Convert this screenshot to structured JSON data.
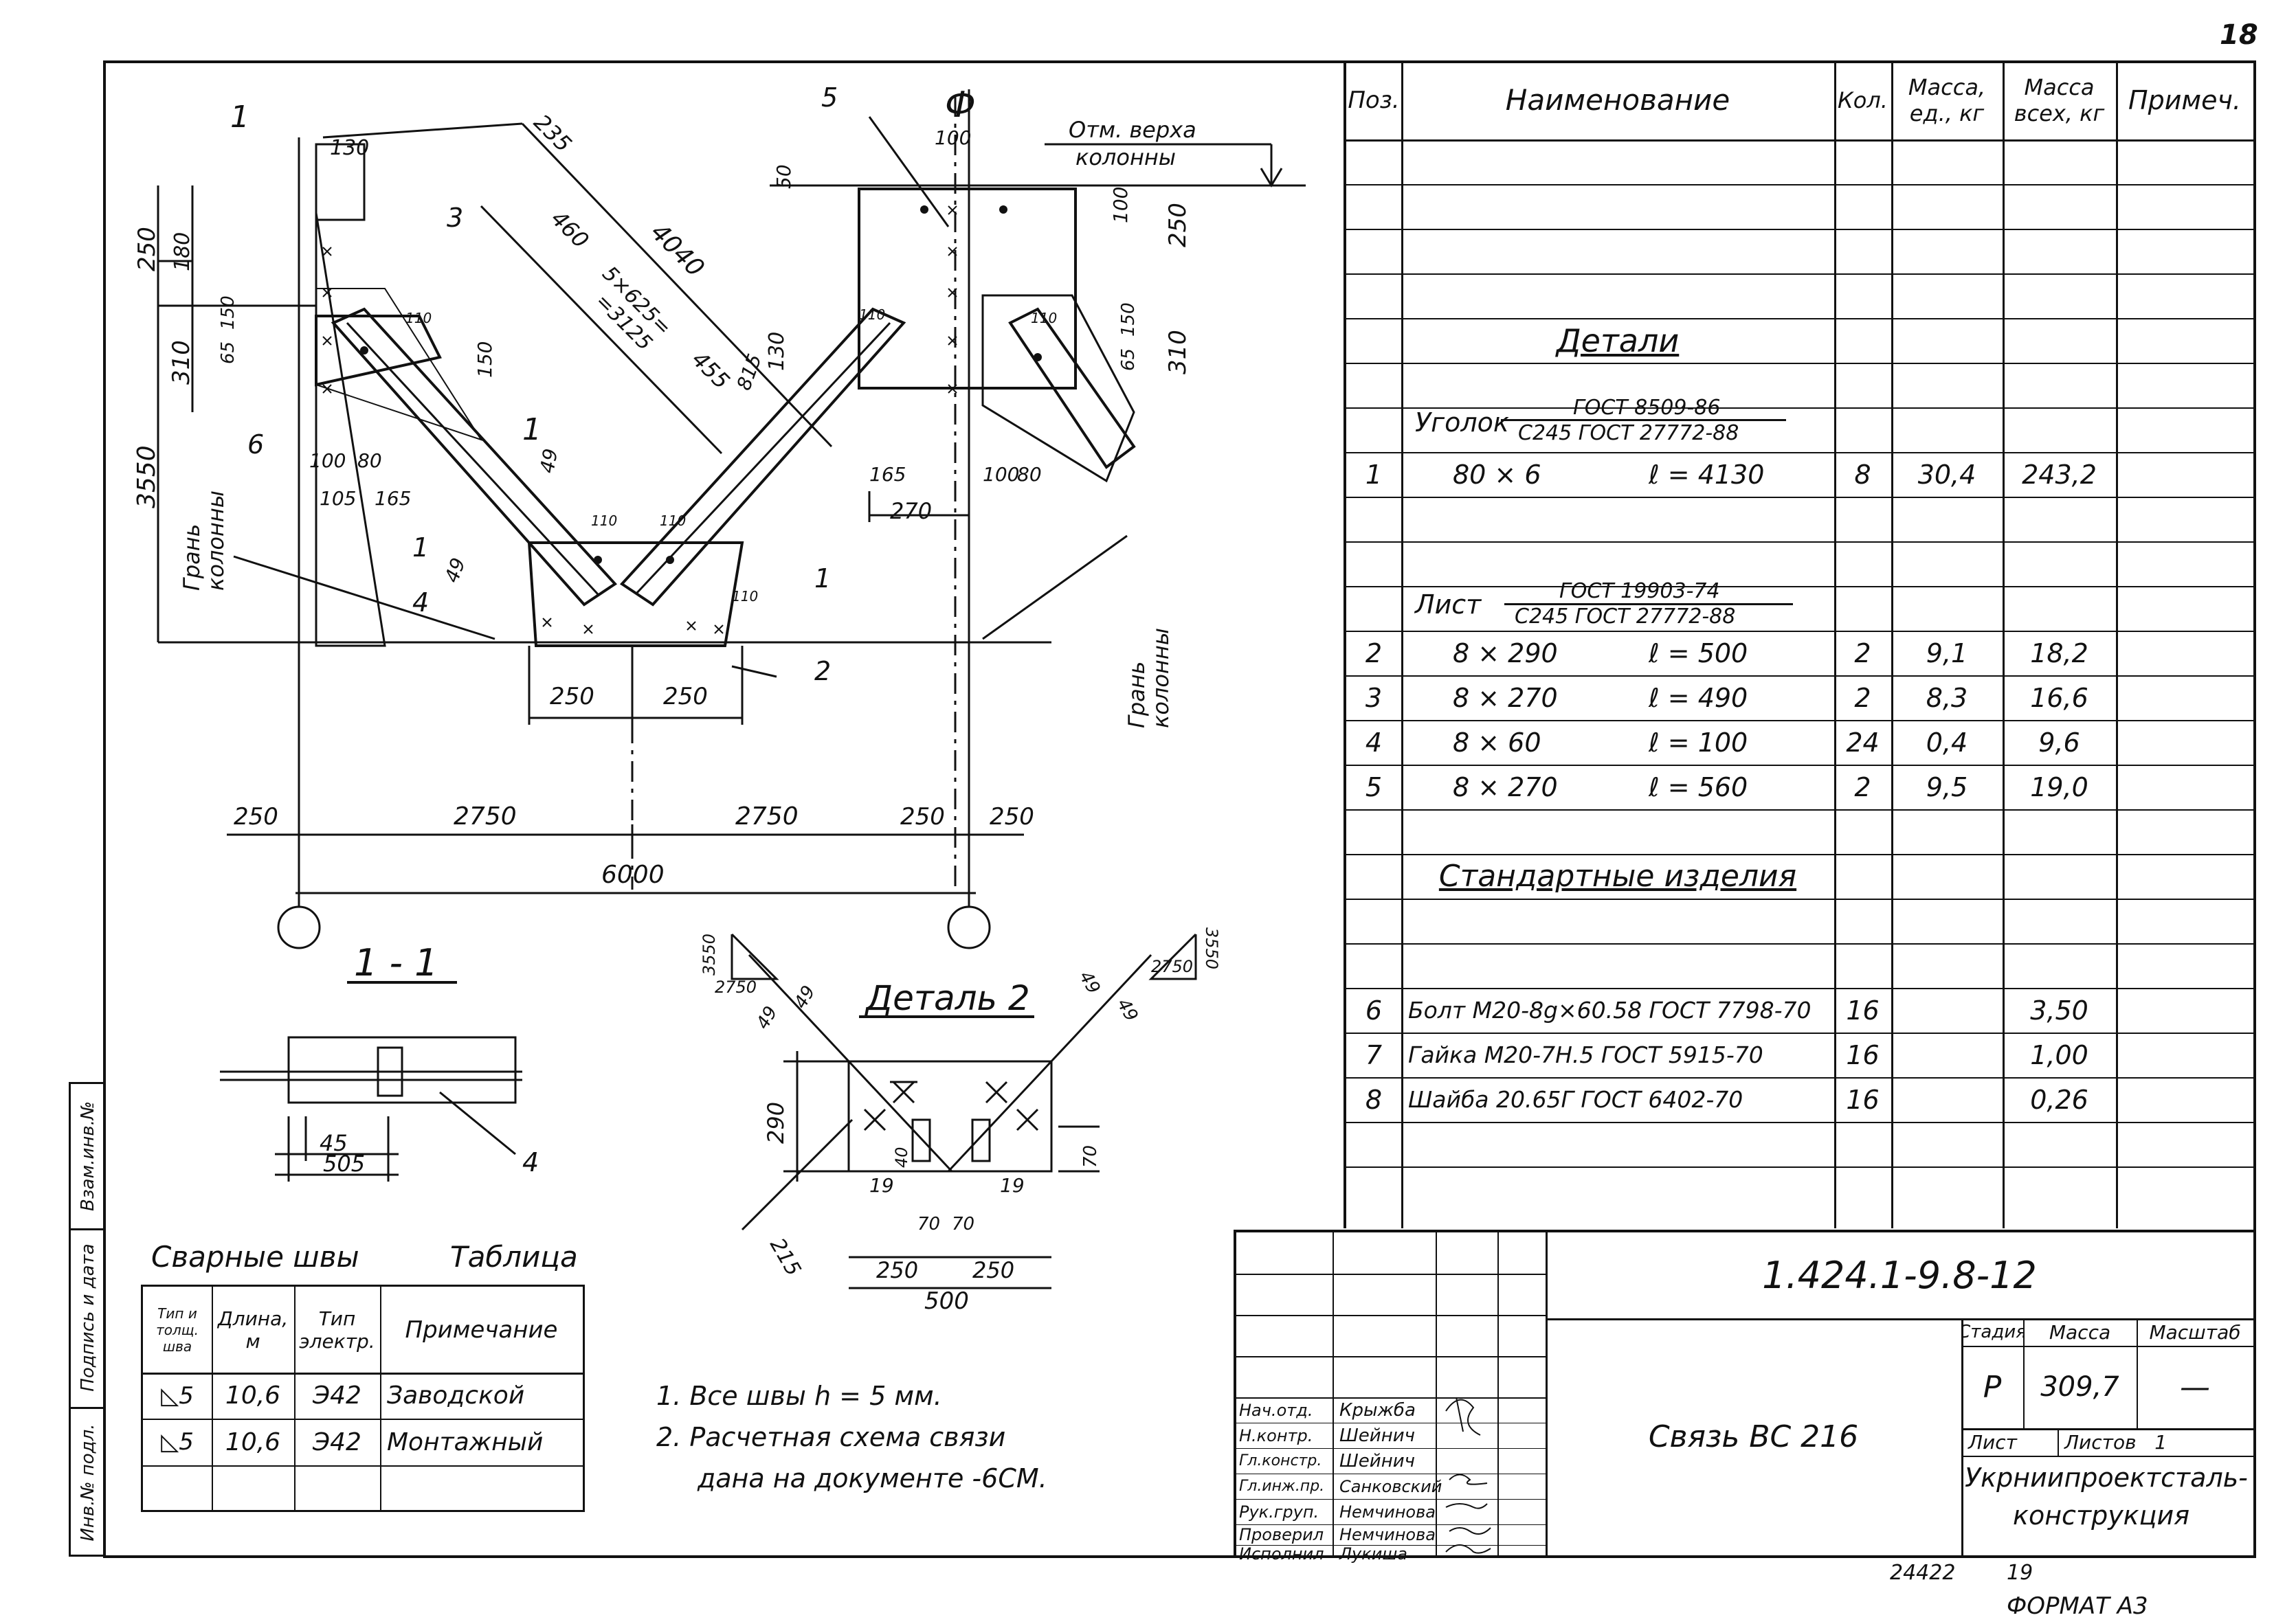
{
  "page_number": "18",
  "format_label": "ФОРМАТ А3",
  "archive_numbers": [
    "24422",
    "19"
  ],
  "drawing": {
    "labels": {
      "section_mark": "1",
      "axis_mark": "Ф",
      "top_level_note": [
        "Отм. верха",
        "колонны"
      ],
      "face_of_column_left": [
        "Грань",
        "колонны"
      ],
      "face_of_column_right": [
        "Грань",
        "колонны"
      ],
      "positions": [
        "1",
        "1",
        "2",
        "3",
        "4",
        "5",
        "6"
      ],
      "dims": [
        "130",
        "235",
        "4040",
        "460",
        "5×625=",
        "=3125",
        "455",
        "815",
        "130",
        "150",
        "250",
        "180",
        "310",
        "65",
        "150",
        "3550",
        "100",
        "80",
        "105",
        "165",
        "49",
        "49",
        "110",
        "110",
        "110",
        "110",
        "110",
        "110",
        "165",
        "100",
        "80",
        "270",
        "250",
        "250",
        "100",
        "50",
        "100",
        "250",
        "310",
        "65",
        "150",
        "250",
        "2750",
        "2750",
        "250",
        "250",
        "6000"
      ]
    }
  },
  "section_1_1": {
    "title": "1 - 1",
    "dims": [
      "45",
      "505"
    ],
    "position": "4"
  },
  "detail_2": {
    "title": "Деталь 2",
    "dims": [
      "3550",
      "2750",
      "49",
      "49",
      "290",
      "40",
      "19",
      "70",
      "70",
      "19",
      "70",
      "215",
      "250",
      "250",
      "500",
      "49",
      "49",
      "2750",
      "3550"
    ]
  },
  "welds": {
    "title": "Сварные швы",
    "table_label": "Таблица",
    "headers": [
      "Тип и толщ. шва",
      "Длина, м",
      "Тип электр.",
      "Примечание"
    ],
    "rows": [
      {
        "type": "5",
        "length": "10,6",
        "electrode": "Э42",
        "note": "Заводской"
      },
      {
        "type": "5",
        "length": "10,6",
        "electrode": "Э42",
        "note": "Монтажный"
      }
    ]
  },
  "notes": [
    "1. Все швы h = 5 мм.",
    "2. Расчетная схема связи",
    "дана на документе -6СМ."
  ],
  "side_stamp": [
    "Инв.№ подл.",
    "Подпись и дата",
    "Взам.инв.№"
  ],
  "spec": {
    "headers": [
      "Поз.",
      "Наименование",
      "Кол.",
      "Масса, ед., кг",
      "Масса всех, кг",
      "Примеч."
    ],
    "section_details": "Детали",
    "angle": {
      "name": "Уголок",
      "std_top": "ГОСТ 8509-86",
      "std_bottom": "С245 ГОСТ 27772-88"
    },
    "sheet": {
      "name": "Лист",
      "std_top": "ГОСТ 19903-74",
      "std_bottom": "С245 ГОСТ 27772-88"
    },
    "section_standard": "Стандартные изделия",
    "rows": [
      {
        "pos": "1",
        "name": "80 × 6",
        "len": "ℓ = 4130",
        "qty": "8",
        "unit": "30,4",
        "total": "243,2"
      },
      {
        "pos": "2",
        "name": "8 × 290",
        "len": "ℓ = 500",
        "qty": "2",
        "unit": "9,1",
        "total": "18,2"
      },
      {
        "pos": "3",
        "name": "8 × 270",
        "len": "ℓ = 490",
        "qty": "2",
        "unit": "8,3",
        "total": "16,6"
      },
      {
        "pos": "4",
        "name": "8 × 60",
        "len": "ℓ = 100",
        "qty": "24",
        "unit": "0,4",
        "total": "9,6"
      },
      {
        "pos": "5",
        "name": "8 × 270",
        "len": "ℓ = 560",
        "qty": "2",
        "unit": "9,5",
        "total": "19,0"
      },
      {
        "pos": "6",
        "name": "Болт М20-8g×60.58 ГОСТ 7798-70",
        "len": "",
        "qty": "16",
        "unit": "",
        "total": "3,50"
      },
      {
        "pos": "7",
        "name": "Гайка М20-7Н.5 ГОСТ 5915-70",
        "len": "",
        "qty": "16",
        "unit": "",
        "total": "1,00"
      },
      {
        "pos": "8",
        "name": "Шайба 20.65Г ГОСТ 6402-70",
        "len": "",
        "qty": "16",
        "unit": "",
        "total": "0,26"
      }
    ]
  },
  "title_block": {
    "doc_code": "1.424.1-9.8-12",
    "title": "Связь ВС 216",
    "stage_label": "Стадия",
    "mass_label": "Масса",
    "scale_label": "Масштаб",
    "stage": "Р",
    "mass": "309,7",
    "scale": "—",
    "sheet_label": "Лист",
    "sheets_label": "Листов",
    "sheets": "1",
    "org": [
      "Укрниипроектсталь-",
      "конструкция"
    ],
    "roles": [
      {
        "role": "Нач.отд.",
        "name": "Крыжба"
      },
      {
        "role": "Н.контр.",
        "name": "Шейнич"
      },
      {
        "role": "Гл.констр.",
        "name": "Шейнич"
      },
      {
        "role": "Гл.инж.пр.",
        "name": "Санковский"
      },
      {
        "role": "Рук.груп.",
        "name": "Немчинова"
      },
      {
        "role": "Проверил",
        "name": "Немчинова"
      },
      {
        "role": "Исполнил",
        "name": "Лукиша"
      }
    ]
  }
}
